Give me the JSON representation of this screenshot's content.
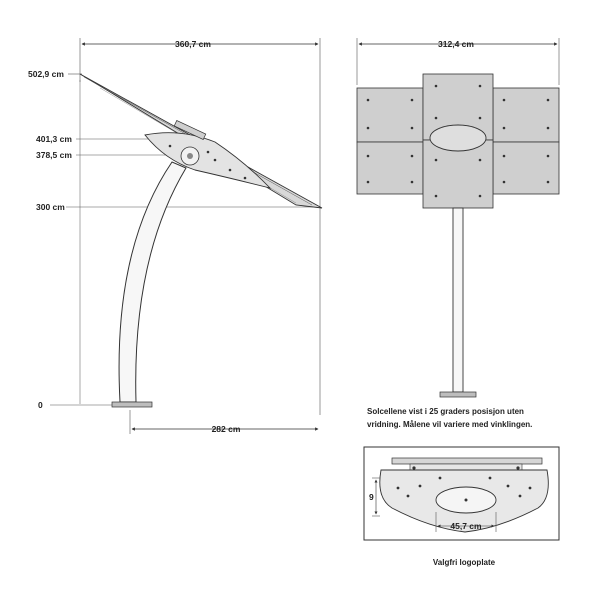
{
  "side_view": {
    "width_label": "360,7 cm",
    "height_top_label": "502,9 cm",
    "height_mid1_label": "401,3 cm",
    "height_mid2_label": "378,5 cm",
    "height_low_label": "300 cm",
    "base_label": "0",
    "footprint_label": "282 cm"
  },
  "front_view": {
    "width_label": "312,4 cm"
  },
  "note": {
    "line1": "Solcellene vist i 25 graders posisjon uten",
    "line2": "vridning. Målene vil variere med vinklingen."
  },
  "detail": {
    "height_label": "9",
    "width_label": "45,7 cm",
    "caption": "Valgfri logoplate"
  }
}
